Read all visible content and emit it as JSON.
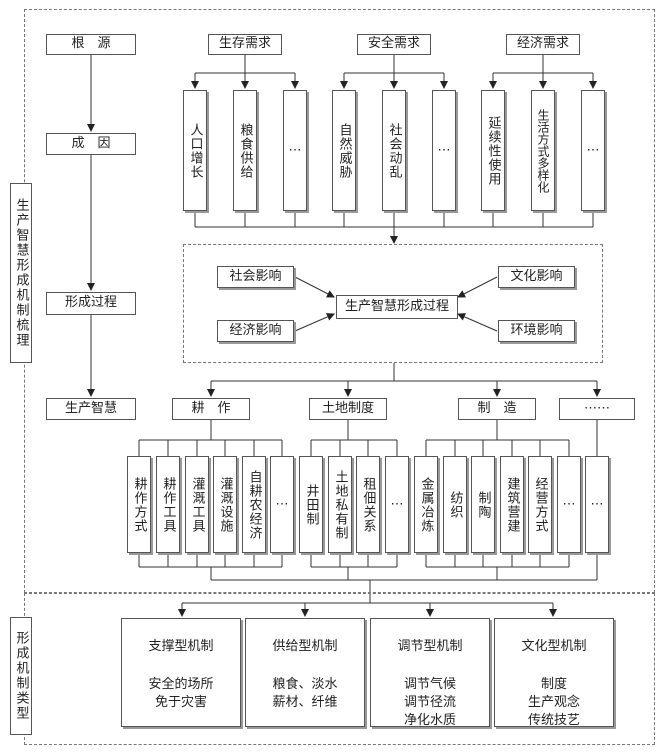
{
  "side_title": "生产智慧形成机制梳理",
  "bottom_title": "形成机制类型",
  "left_chain": [
    "根　源",
    "成　因",
    "形成过程",
    "生产智慧"
  ],
  "needs": [
    {
      "label": "生存需求",
      "items": [
        "人口增长",
        "粮食供给",
        "⋯"
      ]
    },
    {
      "label": "安全需求",
      "items": [
        "自然威胁",
        "社会动乱",
        "⋯"
      ]
    },
    {
      "label": "经济需求",
      "items": [
        "延续性使用",
        "生活方式多样化",
        "⋯"
      ]
    }
  ],
  "process": {
    "center": "生产智慧形成过程",
    "influences": [
      "社会影响",
      "文化影响",
      "经济影响",
      "环境影响"
    ]
  },
  "categories": [
    {
      "label": "耕　作",
      "items": [
        "耕作方式",
        "耕作工具",
        "灌溉工具",
        "灌溉设施",
        "自耕农经济",
        "⋯"
      ]
    },
    {
      "label": "土地制度",
      "items": [
        "井田制",
        "土地私有制",
        "租佃关系",
        "⋯"
      ]
    },
    {
      "label": "制　造",
      "items": [
        "金属冶炼",
        "纺织",
        "制陶",
        "建筑营建",
        "经营方式",
        "⋯"
      ]
    },
    {
      "label": "⋯⋯",
      "items": [
        "⋯"
      ]
    }
  ],
  "types": [
    {
      "title": "支撑型机制",
      "desc": "安全的场所\n免于灾害"
    },
    {
      "title": "供给型机制",
      "desc": "粮食、淡水\n薪材、纤维"
    },
    {
      "title": "调节型机制",
      "desc": "调节气候\n调节径流\n净化水质"
    },
    {
      "title": "文化型机制",
      "desc": "制度\n生产观念\n传统技艺"
    }
  ]
}
